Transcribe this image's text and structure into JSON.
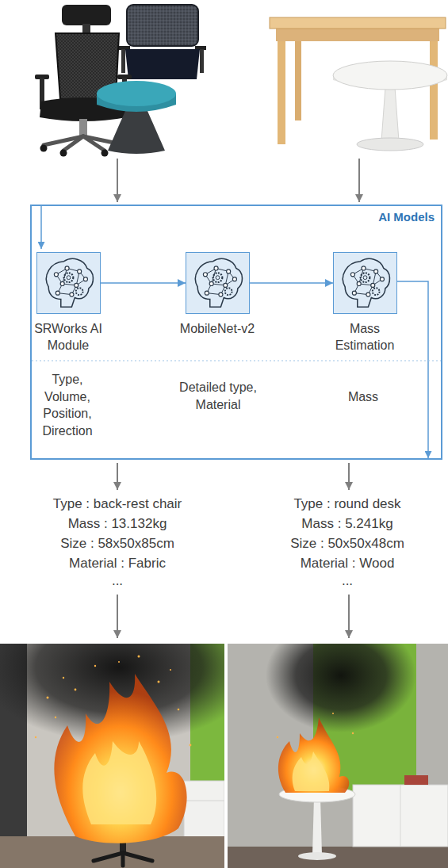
{
  "diagram": {
    "nodes": [
      {
        "text": [
          "AI Models"
        ]
      },
      {
        "text": [
          "SRWorks AI Module"
        ],
        "in": 0
      },
      {
        "text": [
          "MobileNet-v2"
        ],
        "in": 0
      },
      {
        "text": [
          "Mass Estimation"
        ],
        "in": 0
      }
    ],
    "edges": [
      {
        "from": 1,
        "to": 2,
        "arrow": "to"
      },
      {
        "from": 2,
        "to": 3,
        "arrow": "to"
      }
    ],
    "labels": [
      "Type, Volume, Position, Direction",
      "Detailed type, Material",
      "Mass",
      "Type : back-rest chair",
      "Mass : 13.132kg",
      "Size : 58x50x85cm",
      "Material : Fabric",
      "...",
      "Type : round desk",
      "Mass : 5.241kg",
      "Size : 50x50x48cm",
      "Material : Wood",
      "..."
    ]
  }
}
